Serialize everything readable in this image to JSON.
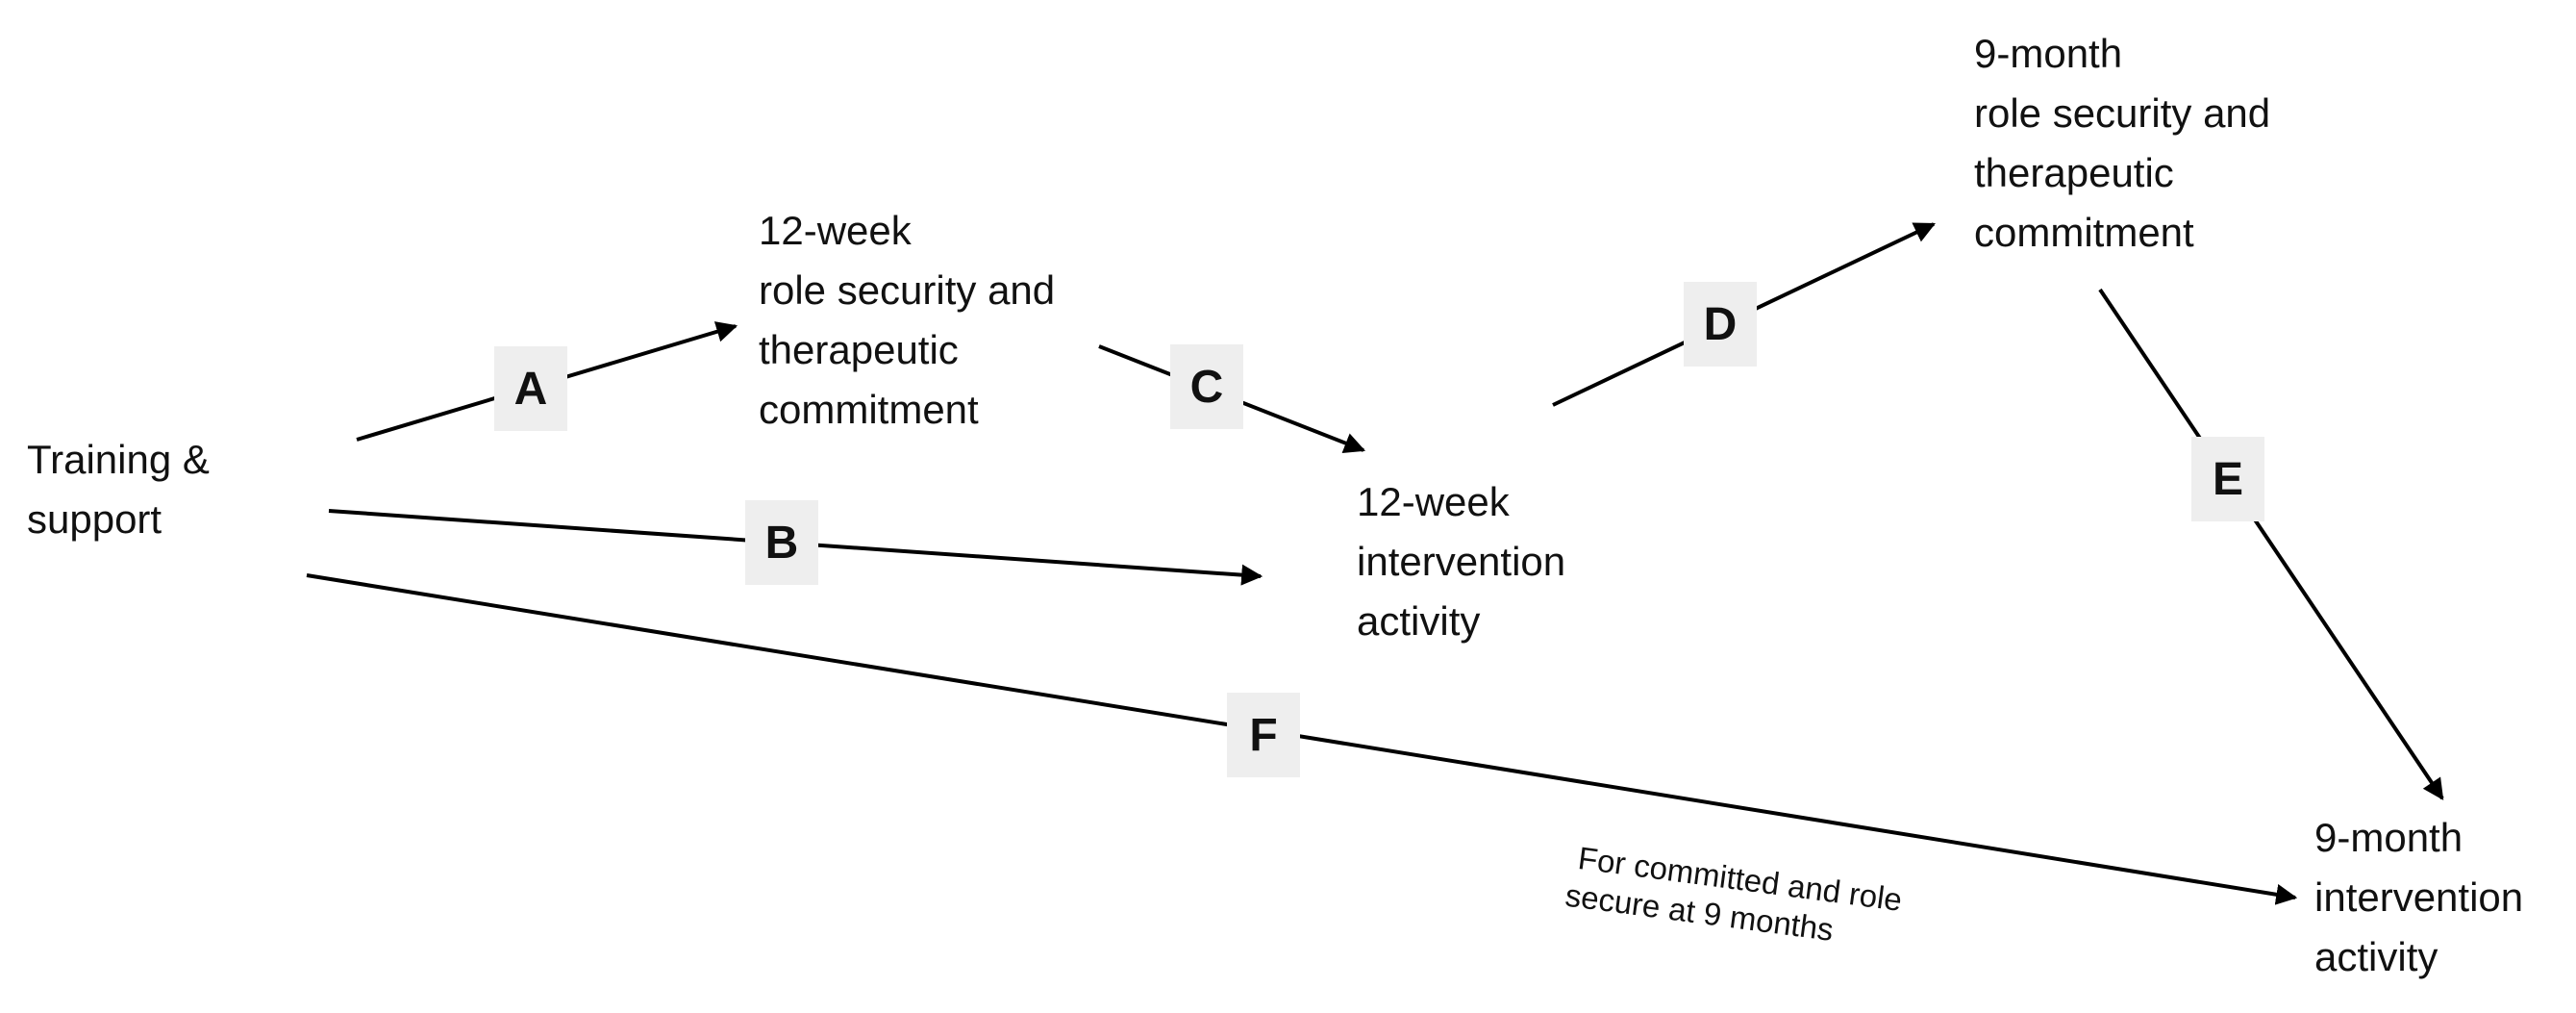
{
  "nodes": {
    "training": [
      "Training &",
      "support"
    ],
    "rs_12week": [
      "12-week",
      "role security and",
      "therapeutic",
      "commitment"
    ],
    "ia_12week": [
      "12-week",
      "intervention",
      "activity"
    ],
    "rs_9month": [
      "9-month",
      "role security and",
      "therapeutic",
      "commitment"
    ],
    "ia_9month": [
      "9-month",
      "intervention",
      "activity"
    ]
  },
  "paths": [
    {
      "id": "a",
      "label": "A",
      "from": "training",
      "to": "rs_12week"
    },
    {
      "id": "b",
      "label": "B",
      "from": "training",
      "to": "ia_12week"
    },
    {
      "id": "c",
      "label": "C",
      "from": "rs_12week",
      "to": "ia_12week"
    },
    {
      "id": "d",
      "label": "D",
      "from": "ia_12week",
      "to": "rs_9month"
    },
    {
      "id": "e",
      "label": "E",
      "from": "rs_9month",
      "to": "ia_9month"
    },
    {
      "id": "f",
      "label": "F",
      "from": "training",
      "to": "ia_9month"
    }
  ],
  "note": [
    "For committed and role",
    "secure at 9 months"
  ],
  "colors": {
    "line": "#000000",
    "label_bg": "#eeeeee",
    "text": "#111111"
  }
}
